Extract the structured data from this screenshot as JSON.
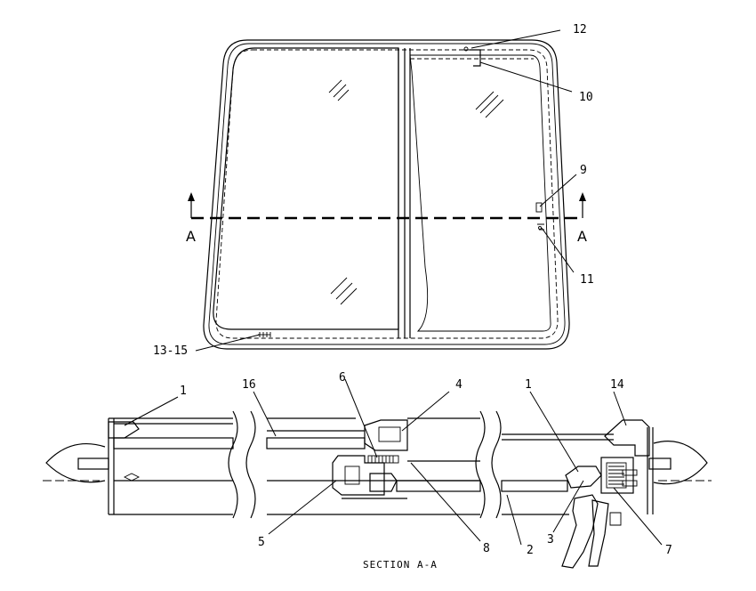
{
  "callouts": {
    "c12": "12",
    "c10": "10",
    "c9": "9",
    "c11": "11",
    "c13_15": "13-15",
    "section_left": "A",
    "section_right": "A",
    "s1a": "1",
    "s16": "16",
    "s6": "6",
    "s4": "4",
    "s1b": "1",
    "s14": "14",
    "s5": "5",
    "s8": "8",
    "s2": "2",
    "s3": "3",
    "s7": "7"
  },
  "section_title": "SECTION A-A"
}
